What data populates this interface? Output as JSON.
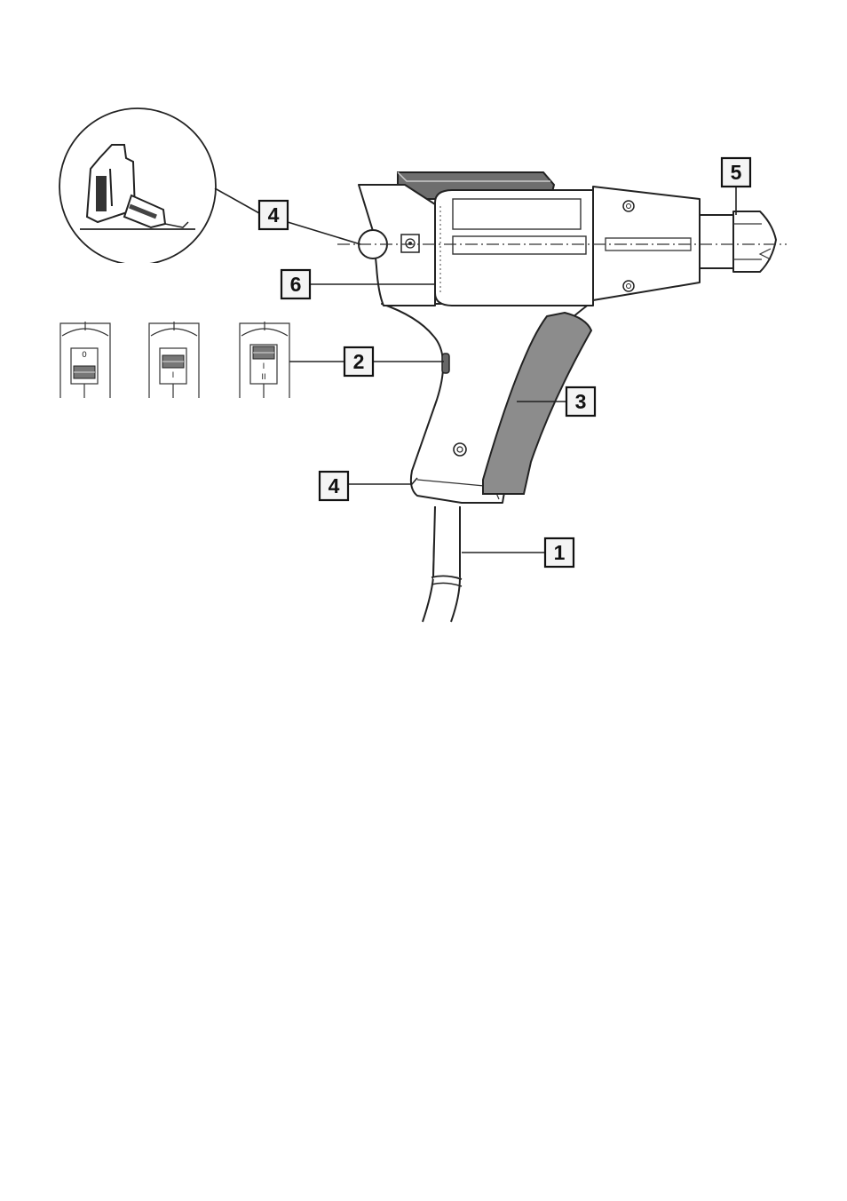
{
  "callouts": {
    "power_cord": "1",
    "switch": "2",
    "grip": "3",
    "stand_top": "4",
    "stand_bottom": "4",
    "nozzle": "5",
    "air_inlet": "6"
  },
  "switch_positions": {
    "pos_0": "0",
    "pos_1": "I",
    "pos_2_top": "I",
    "pos_2_bottom": "II"
  },
  "colors": {
    "line": "#222222",
    "grip": "#8c8c8c",
    "top_cover": "#6e6e6e",
    "callout_fill": "#f4f4f4"
  }
}
